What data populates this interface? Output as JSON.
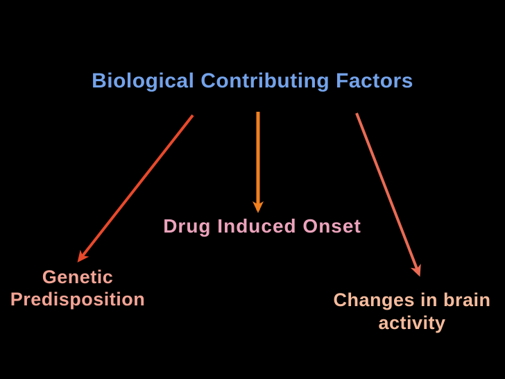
{
  "slide": {
    "background_color": "#000000",
    "title": {
      "text": "Biological Contributing Factors",
      "color": "#74A3EA"
    },
    "nodes": {
      "drug": {
        "label": "Drug Induced Onset",
        "color": "#ECA3BC"
      },
      "genetic": {
        "line1": "Genetic",
        "line2": "Predisposition",
        "color": "#F3A495"
      },
      "brain": {
        "line1": "Changes in brain",
        "line2": "activity",
        "color": "#F6BC9D"
      }
    },
    "arrows": {
      "left": {
        "color": "#E8492B"
      },
      "middle": {
        "color": "#F08020"
      },
      "right": {
        "color": "#E96B54"
      }
    }
  }
}
